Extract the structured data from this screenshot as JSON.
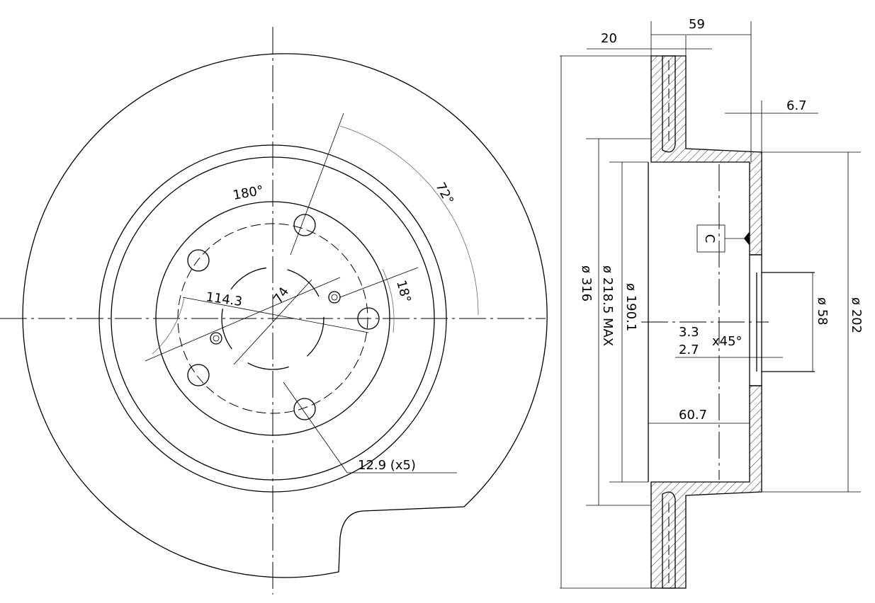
{
  "front_view": {
    "angle_180": "180°",
    "angle_72": "72°",
    "pcd": "114.3",
    "center_bore": "74",
    "angle_18": "18°",
    "bolt_hole": "12.9 (x5)"
  },
  "section_view": {
    "rotor_thickness": "20",
    "overall_height": "59",
    "hat_thickness": "6.7",
    "datum_label": "C",
    "chamfer_top": "3.3",
    "chamfer_bottom": "2.7",
    "chamfer_angle": "x45°",
    "hat_depth": "60.7",
    "dia_outer": "ø 316",
    "dia_max": "ø 218.5 MAX",
    "dia_hat_inner": "ø 190.1",
    "dia_bore": "ø 58",
    "dia_hat_outer": "ø 202"
  }
}
